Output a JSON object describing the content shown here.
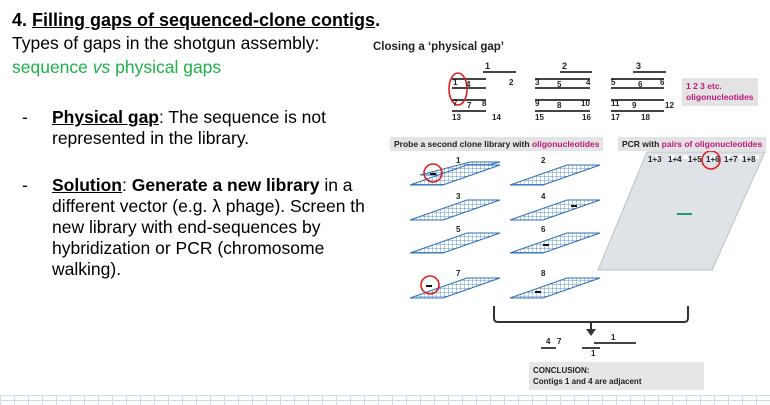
{
  "slide": {
    "title_prefix": "4. ",
    "title_underlined": "Filling gaps of sequenced-clone contigs",
    "title_suffix": ".",
    "intro_line": "Types of gaps in the shotgun assembly:",
    "gap_types": {
      "part1": "sequence ",
      "vs": "vs",
      "part2": " physical gaps"
    },
    "bullet_marker": "-",
    "bullet1": {
      "term": "Physical gap",
      "text1": ": The sequence is not",
      "text2": "represented in the library."
    },
    "bullet2": {
      "term": "Solution",
      "text_a": ": ",
      "bold": "Generate a new library",
      "text_b": " in a",
      "line2": "different vector (e.g. λ phage). Screen th",
      "line3": "new library with end-sequences by",
      "line4": "hybridization or PCR (chromosome",
      "line5": "walking)."
    }
  },
  "figure": {
    "heading": "Closing a ‘physical gap’",
    "contig_numbers": [
      "1",
      "2",
      "3"
    ],
    "oligo_numbers": {
      "top_left": [
        "1",
        "4",
        "2"
      ],
      "top_mid": [
        "3",
        "5",
        "4"
      ],
      "top_right": [
        "5",
        "6",
        "6"
      ],
      "row2_left": [
        "7",
        "7",
        "8"
      ],
      "row2_mid": [
        "9",
        "8",
        "10"
      ],
      "row2_right": [
        "11",
        "9",
        "12"
      ],
      "row3": [
        "13",
        "14",
        "15",
        "16",
        "17",
        "18"
      ]
    },
    "oligo_legend_nums": "1 2 3 etc.",
    "oligo_legend_word": "oligonucleotides",
    "probe_label_prefix": "Probe a second clone library with ",
    "probe_label_magenta": "oligonucleotides",
    "pcr_label_prefix": "PCR with ",
    "pcr_label_magenta": "pairs of oligonucleotides",
    "pcr_pairs": [
      "1+3",
      "1+4",
      "1+5",
      "1+6",
      "1+7",
      "1+8"
    ],
    "filter_labels": [
      "1",
      "2",
      "3",
      "4",
      "5",
      "6",
      "7",
      "8"
    ],
    "result_nums": {
      "a": "4",
      "b": "7",
      "c": "1",
      "d": "1"
    },
    "conclusion_title": "CONCLUSION:",
    "conclusion_text": "Contigs 1 and 4 are adjacent",
    "colors": {
      "magenta": "#c0177b",
      "green": "#1db34a",
      "filter_blue": "#2e6fb6",
      "red_circle": "#e02020"
    }
  }
}
